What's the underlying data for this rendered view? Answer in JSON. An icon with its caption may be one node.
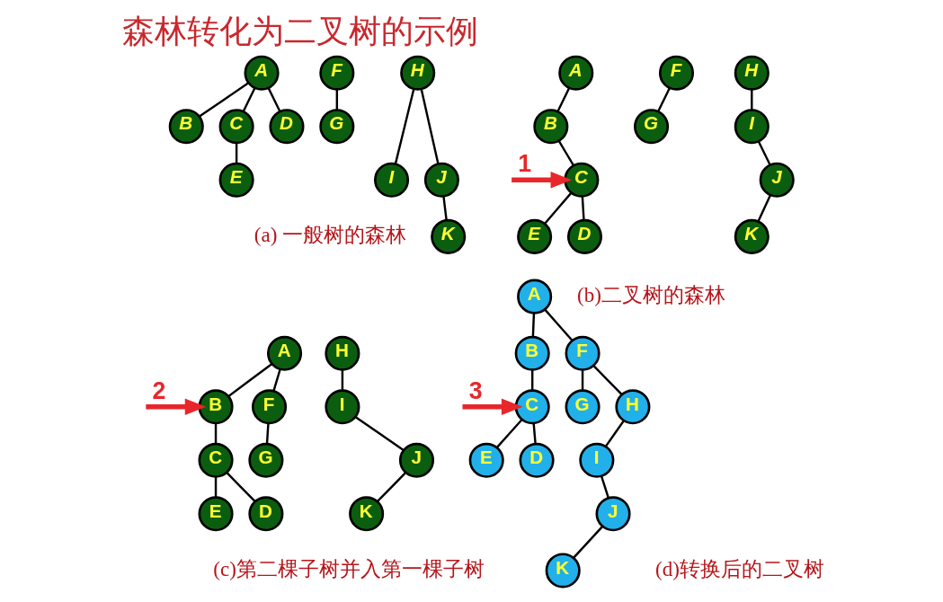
{
  "diagram": {
    "title": "森林转化为二叉树的示例",
    "nodes": [
      {
        "text": [
          "A"
        ]
      },
      {
        "text": [
          "B"
        ]
      },
      {
        "text": [
          "C"
        ]
      },
      {
        "text": [
          "D"
        ]
      },
      {
        "text": [
          "E"
        ]
      },
      {
        "text": [
          "F"
        ]
      },
      {
        "text": [
          "G"
        ]
      },
      {
        "text": [
          "H"
        ]
      },
      {
        "text": [
          "I"
        ]
      },
      {
        "text": [
          "J"
        ]
      },
      {
        "text": [
          "K"
        ]
      },
      {
        "text": [
          "A"
        ]
      },
      {
        "text": [
          "B"
        ]
      },
      {
        "text": [
          "C"
        ]
      },
      {
        "text": [
          "E"
        ]
      },
      {
        "text": [
          "D"
        ]
      },
      {
        "text": [
          "F"
        ]
      },
      {
        "text": [
          "G"
        ]
      },
      {
        "text": [
          "H"
        ]
      },
      {
        "text": [
          "I"
        ]
      },
      {
        "text": [
          "J"
        ]
      },
      {
        "text": [
          "K"
        ]
      },
      {
        "text": [
          "A"
        ]
      },
      {
        "text": [
          "B"
        ]
      },
      {
        "text": [
          "F"
        ]
      },
      {
        "text": [
          "C"
        ]
      },
      {
        "text": [
          "G"
        ]
      },
      {
        "text": [
          "E"
        ]
      },
      {
        "text": [
          "D"
        ]
      },
      {
        "text": [
          "H"
        ]
      },
      {
        "text": [
          "I"
        ]
      },
      {
        "text": [
          "J"
        ]
      },
      {
        "text": [
          "K"
        ]
      },
      {
        "text": [
          "A"
        ]
      },
      {
        "text": [
          "B"
        ]
      },
      {
        "text": [
          "F"
        ]
      },
      {
        "text": [
          "C"
        ]
      },
      {
        "text": [
          "G"
        ]
      },
      {
        "text": [
          "H"
        ]
      },
      {
        "text": [
          "E"
        ]
      },
      {
        "text": [
          "D"
        ]
      },
      {
        "text": [
          "I"
        ]
      },
      {
        "text": [
          "J"
        ]
      },
      {
        "text": [
          "K"
        ]
      }
    ],
    "edges": [
      {
        "from": 0,
        "to": 1,
        "arrow": "none"
      },
      {
        "from": 0,
        "to": 2,
        "arrow": "none"
      },
      {
        "from": 0,
        "to": 3,
        "arrow": "none"
      },
      {
        "from": 2,
        "to": 4,
        "arrow": "none"
      },
      {
        "from": 5,
        "to": 6,
        "arrow": "none"
      },
      {
        "from": 7,
        "to": 8,
        "arrow": "none"
      },
      {
        "from": 7,
        "to": 9,
        "arrow": "none"
      },
      {
        "from": 9,
        "to": 10,
        "arrow": "none"
      },
      {
        "from": 11,
        "to": 12,
        "arrow": "none"
      },
      {
        "from": 12,
        "to": 13,
        "arrow": "none"
      },
      {
        "from": 13,
        "to": 14,
        "arrow": "none"
      },
      {
        "from": 13,
        "to": 15,
        "arrow": "none"
      },
      {
        "from": 16,
        "to": 17,
        "arrow": "none"
      },
      {
        "from": 18,
        "to": 19,
        "arrow": "none"
      },
      {
        "from": 19,
        "to": 20,
        "arrow": "none"
      },
      {
        "from": 20,
        "to": 21,
        "arrow": "none"
      },
      {
        "from": 22,
        "to": 23,
        "arrow": "none"
      },
      {
        "from": 22,
        "to": 24,
        "arrow": "none"
      },
      {
        "from": 23,
        "to": 25,
        "arrow": "none"
      },
      {
        "from": 24,
        "to": 26,
        "arrow": "none"
      },
      {
        "from": 25,
        "to": 27,
        "arrow": "none"
      },
      {
        "from": 25,
        "to": 28,
        "arrow": "none"
      },
      {
        "from": 29,
        "to": 30,
        "arrow": "none"
      },
      {
        "from": 30,
        "to": 31,
        "arrow": "none"
      },
      {
        "from": 31,
        "to": 32,
        "arrow": "none"
      },
      {
        "from": 33,
        "to": 34,
        "arrow": "none"
      },
      {
        "from": 33,
        "to": 35,
        "arrow": "none"
      },
      {
        "from": 34,
        "to": 36,
        "arrow": "none"
      },
      {
        "from": 35,
        "to": 37,
        "arrow": "none"
      },
      {
        "from": 35,
        "to": 38,
        "arrow": "none"
      },
      {
        "from": 36,
        "to": 39,
        "arrow": "none"
      },
      {
        "from": 36,
        "to": 40,
        "arrow": "none"
      },
      {
        "from": 38,
        "to": 41,
        "arrow": "none"
      },
      {
        "from": 41,
        "to": 42,
        "arrow": "none"
      },
      {
        "from": 42,
        "to": 43,
        "arrow": "none"
      },
      {
        "from": null,
        "to": 13,
        "arrow": "to",
        "label": "1",
        "style": "thick",
        "color": "#e8262b"
      },
      {
        "from": null,
        "to": 23,
        "arrow": "to",
        "label": "2",
        "style": "thick",
        "color": "#e8262b"
      },
      {
        "from": null,
        "to": 36,
        "arrow": "to",
        "label": "3",
        "style": "thick",
        "color": "#e8262b"
      }
    ],
    "labels": [
      "(a) 一般树的森林",
      "(b)二叉树的森林",
      "(c)第二棵子树并入第一棵子树",
      "(d)转换后的二叉树"
    ]
  }
}
